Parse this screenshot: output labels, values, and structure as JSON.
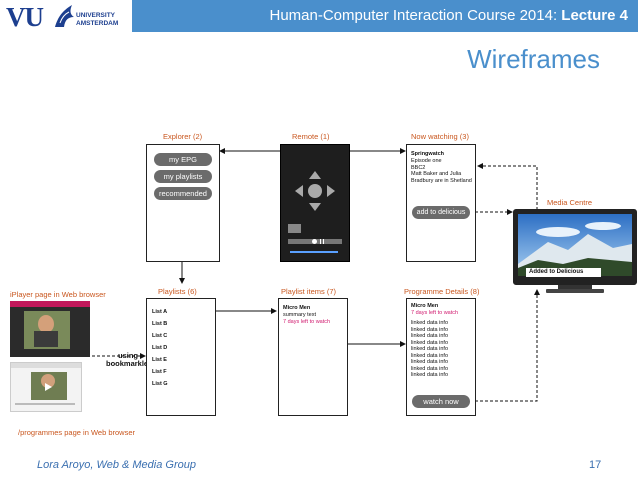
{
  "header": {
    "logo_text": "VU",
    "university_line1": "UNIVERSITY",
    "university_line2": "AMSTERDAM",
    "course": "Human-Computer Interaction Course 2014: ",
    "lecture": "Lecture 4"
  },
  "title": "Wireframes",
  "diagram": {
    "explorer": {
      "label": "Explorer (2)",
      "buttons": [
        "my EPG",
        "my playlists",
        "recommended"
      ]
    },
    "remote": {
      "label": "Remote (1)"
    },
    "now_watching": {
      "label": "Now watching (3)",
      "title": "Springwatch",
      "lines": [
        "Episode one",
        "BBC2",
        "Matt Baker and Julia",
        "Bradbury are in Shetland"
      ],
      "button": "add to delicious"
    },
    "media_centre": {
      "label": "Media Centre",
      "screen_text": "Added to Delicious"
    },
    "iplayer": {
      "label": "iPlayer page in Web browser"
    },
    "playlists": {
      "label": "Playlists (6)",
      "items": [
        "List A",
        "List B",
        "List C",
        "List D",
        "List E",
        "List F",
        "List G"
      ]
    },
    "playlist_items": {
      "label": "Playlist items (7)",
      "title": "Micro Men",
      "summary": "summary text",
      "days": "7 days left to watch"
    },
    "programme_details": {
      "label": "Programme Details (8)",
      "title": "Micro Men",
      "days": "7 days left to watch",
      "linked": [
        "linked data info",
        "linked data info",
        "linked data info",
        "linked data info",
        "linked data info",
        "linked data info",
        "linked data info",
        "linked data info",
        "linked data info"
      ],
      "button": "watch now"
    },
    "bookmarklet_line1": "using",
    "bookmarklet_line2": "bookmarklet",
    "programmes": {
      "label": "/programmes page in Web browser"
    }
  },
  "footer": {
    "author": "Lora Aroyo, Web & Media Group",
    "page": "17"
  },
  "colors": {
    "header": "#4a8fcc",
    "label": "#c9571f",
    "accent": "#d0196e"
  }
}
